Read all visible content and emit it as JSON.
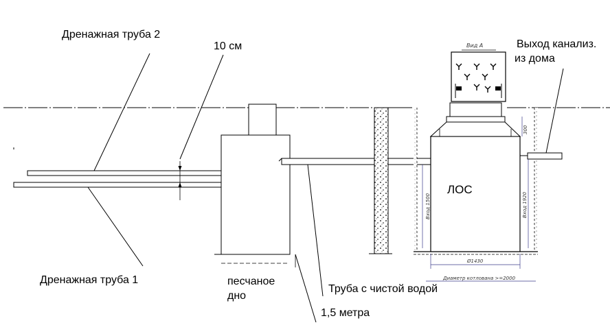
{
  "labels": {
    "drain_pipe_2": "Дренажная труба 2",
    "gap_10cm": "10 см",
    "drain_pipe_1": "Дренажная труба 1",
    "sand_bottom_line1": "песчаное",
    "sand_bottom_line2": "дно",
    "clean_water_pipe": "Труба с чистой водой",
    "depth": "1,5 метра",
    "sewer_outlet_line1": "Выход канализ.",
    "sewer_outlet_line2": "из дома",
    "treatment_plant": "ЛОС",
    "view_a": "Вид А",
    "dim_diameter": "Ø1430",
    "dim_pit": "Диаметр котлована >=2000",
    "dim_height_left": "Вход 1500",
    "dim_height_right": "Вход 1920",
    "dim_top": "300"
  },
  "colors": {
    "line": "#000000",
    "dim": "#3a3a8a",
    "fill": "#ffffff"
  }
}
